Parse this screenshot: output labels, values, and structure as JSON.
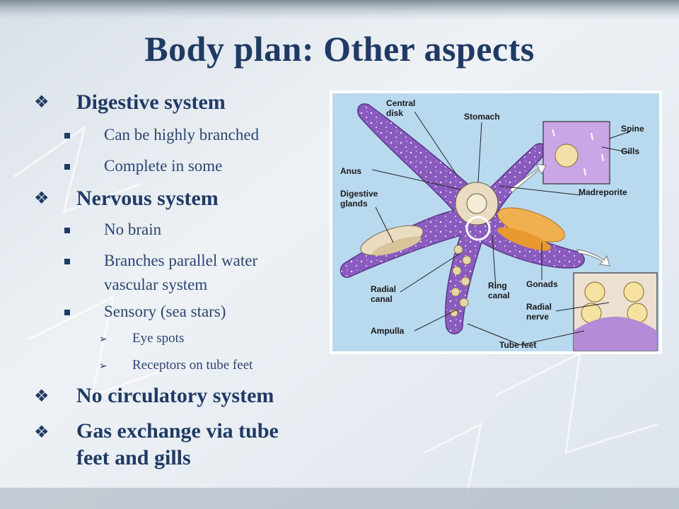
{
  "slide": {
    "title": "Body plan: Other aspects",
    "outline": [
      {
        "text": "Digestive system",
        "children": [
          {
            "text": "Can be highly branched"
          },
          {
            "text": "Complete in some"
          }
        ]
      },
      {
        "text": "Nervous system",
        "children": [
          {
            "text": "No brain"
          },
          {
            "text": "Branches parallel water vascular system",
            "line1": "Branches parallel water",
            "line2": "vascular system"
          },
          {
            "text": "Sensory (sea stars)",
            "children": [
              {
                "text": "Eye spots"
              },
              {
                "text": "Receptors on tube feet"
              }
            ]
          }
        ]
      },
      {
        "text": "No circulatory system"
      },
      {
        "text": "Gas exchange via tube feet and gills",
        "line1": "Gas exchange via tube",
        "line2": "feet and gills"
      }
    ]
  },
  "figure": {
    "labels": {
      "central_disk_1": "Central",
      "central_disk_2": "disk",
      "stomach": "Stomach",
      "spine": "Spine",
      "gills": "Gills",
      "anus": "Anus",
      "madreporite": "Madreporite",
      "digestive_glands_1": "Digestive",
      "digestive_glands_2": "glands",
      "radial_canal_1": "Radial",
      "radial_canal_2": "canal",
      "ring_canal_1": "Ring",
      "ring_canal_2": "canal",
      "gonads": "Gonads",
      "radial_nerve_1": "Radial",
      "radial_nerve_2": "nerve",
      "ampulla": "Ampulla",
      "tube_feet": "Tube feet"
    }
  },
  "colors": {
    "title": "#1f3a64",
    "text": "#2c4570",
    "starfish": "#8a5bbf",
    "gonads": "#e8a040",
    "figure_bg": "#b8d8ee"
  }
}
